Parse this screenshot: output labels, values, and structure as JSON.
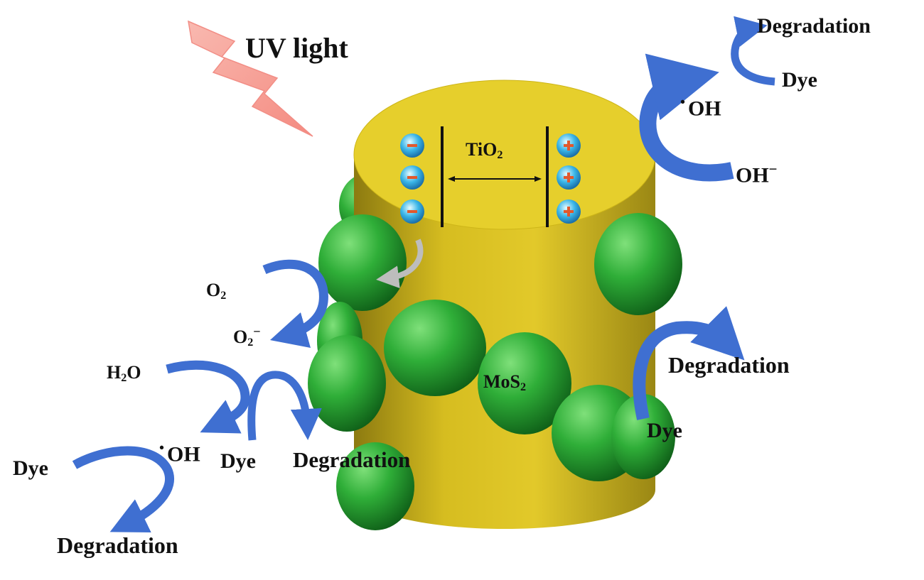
{
  "labels": {
    "uv_light": "UV light",
    "tio2_base": "TiO",
    "tio2_sub": "2",
    "mos2_base": "MoS",
    "mos2_sub": "2",
    "oh_radical_top": "OH",
    "oh_minus_base": "OH",
    "oh_minus_sup": "−",
    "dye_top_right": "Dye",
    "degradation_top_right": "Degradation",
    "degradation_right": "Degradation",
    "dye_right": "Dye",
    "o2_base": "O",
    "o2_sub": "2",
    "superoxide_base": "O",
    "superoxide_sub": "2",
    "superoxide_sup": "−",
    "h2o_base": "H",
    "h2o_sub": "2",
    "h2o_tail": "O",
    "oh_radical_left": "OH",
    "dye_mid": "Dye",
    "degradation_mid": "Degradation",
    "dye_left": "Dye",
    "degradation_bottom_left": "Degradation"
  },
  "colors": {
    "arrow_blue": "#3f6fd1",
    "tio2_yellow": "#e6cf2c",
    "mos2_green": "#2fa83a",
    "uv_pink": "#f6a7a0"
  },
  "icons": {
    "electron": "minus-charge-sphere",
    "hole": "plus-charge-sphere",
    "light": "lightning-bolt"
  }
}
